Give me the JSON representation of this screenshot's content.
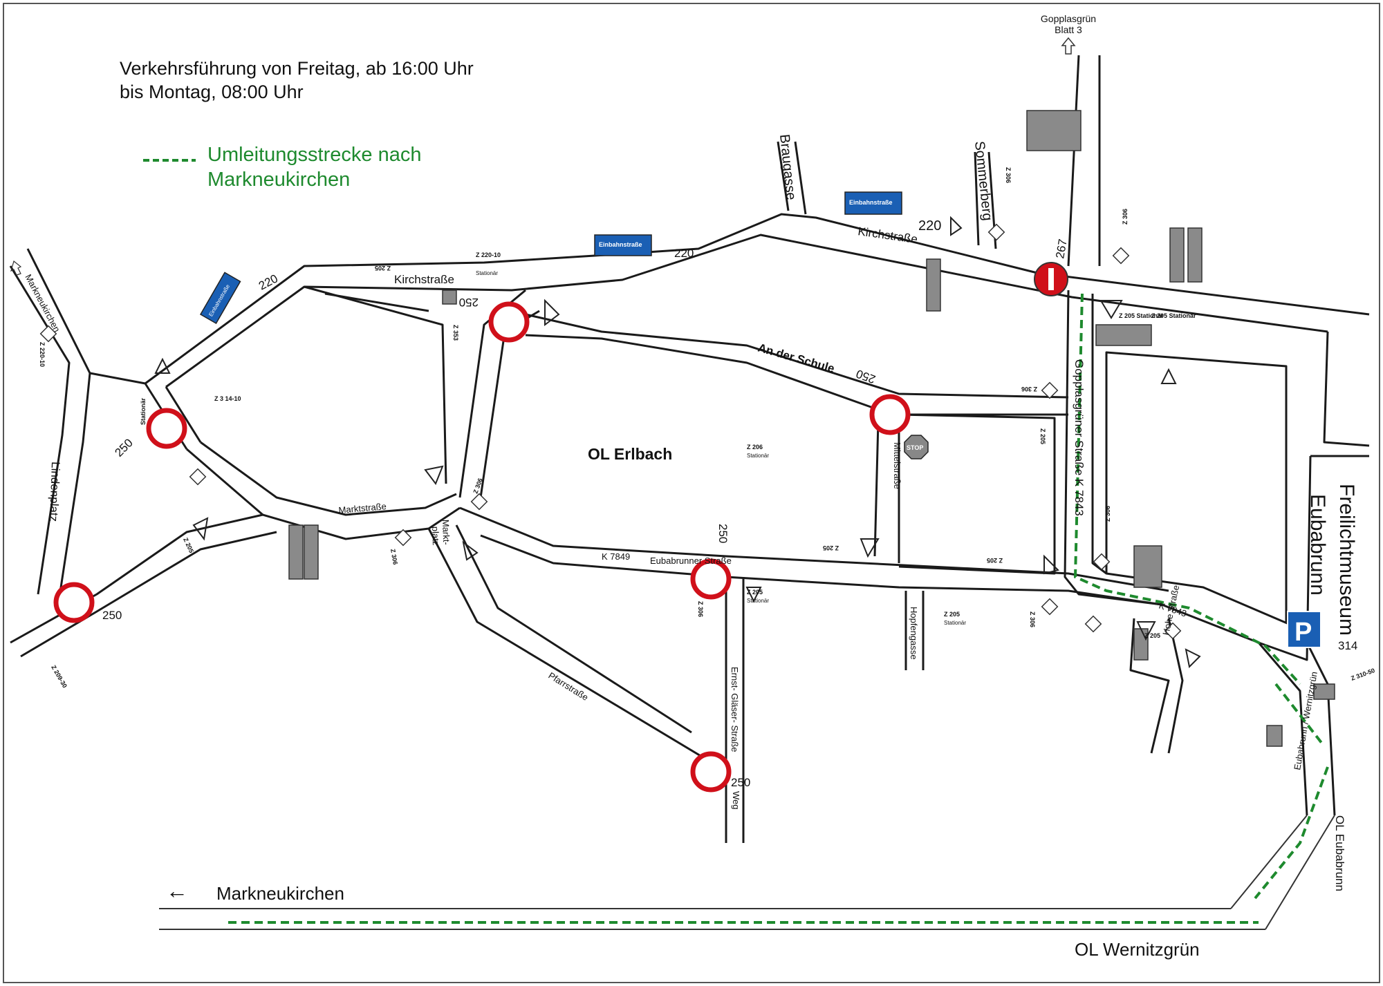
{
  "header": {
    "line1": "Verkehrsführung von Freitag, ab 16:00 Uhr",
    "line2": "bis Montag,  08:00 Uhr"
  },
  "legend": {
    "label_line1": "Umleitungsstrecke nach",
    "label_line2": "Markneukirchen",
    "detour_color": "#1e8a2e"
  },
  "labels": {
    "town_center": "OL Erlbach",
    "bottom_left_arrow_label": "Markneukirchen",
    "bottom_right": "OL Wernitzgrün",
    "right_vertical": "OL Eubabrunn",
    "top_right_line1": "Gopplasgrün",
    "top_right_line2": "Blatt 3",
    "museum_line1": "Freilichtmuseum",
    "museum_line2": "Eubabrunn",
    "parking": "P",
    "left_vertical": "Markneukirchen"
  },
  "streets": {
    "kirchstrasse_west": "Kirchstraße",
    "kirchstrasse_east": "Kirchstraße",
    "braugasse": "Braugasse",
    "sommerberg": "Sommerberg",
    "an_der_schule": "An der Schule",
    "mittelstrasse": "Mittelstraße",
    "gopplasgruener": "Gopplasgrüner Straße K 7843",
    "marktstrasse": "Marktstraße",
    "marktplatz_1": "Markt-",
    "marktplatz_2": "platz",
    "k7849": "K 7849",
    "eubabrunner": "Eubabrunner Straße",
    "lindenplatz": "Lindenplatz",
    "pfarrstrasse": "Pfarrstraße",
    "ernst_glaeser": "Ernst- Gläser- Straße",
    "weg": "Weg",
    "hopfengasse": "Hopfengasse",
    "k7843": "K 7843",
    "hohe_strasse": "Hohe Straße",
    "eubabrunn_wernitz": "Eubabrunn / Wernitzgrün"
  },
  "numbers": {
    "n220_a": "220",
    "n220_b": "220",
    "n220_c": "220",
    "n250_a": "250",
    "n250_b": "250",
    "n250_c": "250",
    "n250_d": "250",
    "n250_e": "250",
    "n250_f": "250",
    "n267": "267",
    "n314": "314"
  },
  "signs": {
    "einbahn_1": "Einbahnstraße",
    "einbahn_2": "Einbahnstraße",
    "einbahn_3": "Einbahnstraße",
    "z205": "Z 205",
    "z306": "Z 306",
    "z206": "Z 206",
    "z220_10": "Z 220-10",
    "z353": "Z 353",
    "z209_30": "Z 209-30",
    "z310_50": "Z 310-50",
    "z3_14_10": "Z 3 14-10",
    "stationaer": "Stationär",
    "z205_stationaer": "Z 205 Stationär",
    "stop": "STOP"
  },
  "colors": {
    "closure_red": "#d0101a",
    "einbahn_blue": "#1a5fb4",
    "parking_blue": "#1a5fb4",
    "road_line": "#1a1a1a"
  }
}
